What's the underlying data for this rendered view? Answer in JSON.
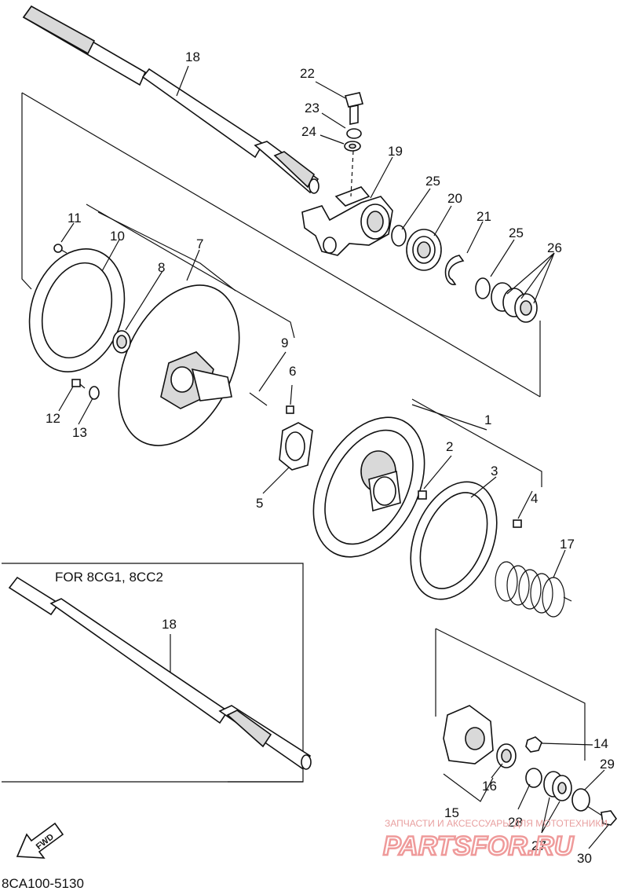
{
  "callouts": {
    "c1": "1",
    "c2": "2",
    "c3": "3",
    "c4": "4",
    "c5": "5",
    "c6": "6",
    "c7": "7",
    "c8": "8",
    "c9": "9",
    "c10": "10",
    "c11": "11",
    "c12": "12",
    "c13": "13",
    "c14": "14",
    "c15": "15",
    "c16": "16",
    "c17": "17",
    "c18a": "18",
    "c18b": "18",
    "c19": "19",
    "c20": "20",
    "c21": "21",
    "c22": "22",
    "c23": "23",
    "c24": "24",
    "c25a": "25",
    "c25b": "25",
    "c26": "26",
    "c27": "27",
    "c28": "28",
    "c29": "29",
    "c30": "30"
  },
  "inset_note": "FOR 8CG1, 8CC2",
  "diagram_code": "8CA100-5130",
  "fwd_label": "FWD",
  "watermark": {
    "subtitle": "ЗАПЧАСТИ И АКСЕССУАРЫ ДЛЯ МОТОТЕХНИКИ",
    "logo": "PARTSFOR.RU"
  }
}
